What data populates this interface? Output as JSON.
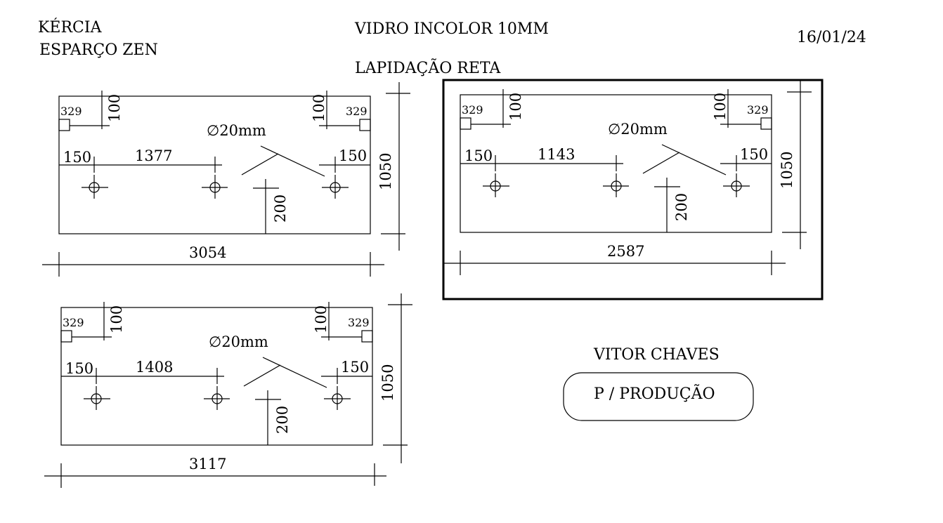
{
  "header": {
    "client": "KÉRCIA",
    "project": "ESPARÇO ZEN",
    "material": "VIDRO INCOLOR 10MM",
    "finish": "LAPIDAÇÃO RETA",
    "date": "16/01/24"
  },
  "panels": [
    {
      "width": "3054",
      "height": "1050",
      "hole_gap": "1377",
      "edge_left": "150",
      "edge_right": "150",
      "notch": "329",
      "notch_depth": "100",
      "drop": "200",
      "hole_diameter": "∅20mm"
    },
    {
      "width": "2587",
      "height": "1050",
      "hole_gap": "1143",
      "edge_left": "150",
      "edge_right": "150",
      "notch": "329",
      "notch_depth": "100",
      "drop": "200",
      "hole_diameter": "∅20mm"
    },
    {
      "width": "3117",
      "height": "1050",
      "hole_gap": "1408",
      "edge_left": "150",
      "edge_right": "150",
      "notch": "329",
      "notch_depth": "100",
      "drop": "200",
      "hole_diameter": "∅20mm"
    }
  ],
  "footer": {
    "author": "VITOR CHAVES",
    "status": "P / PRODUÇÃO"
  }
}
